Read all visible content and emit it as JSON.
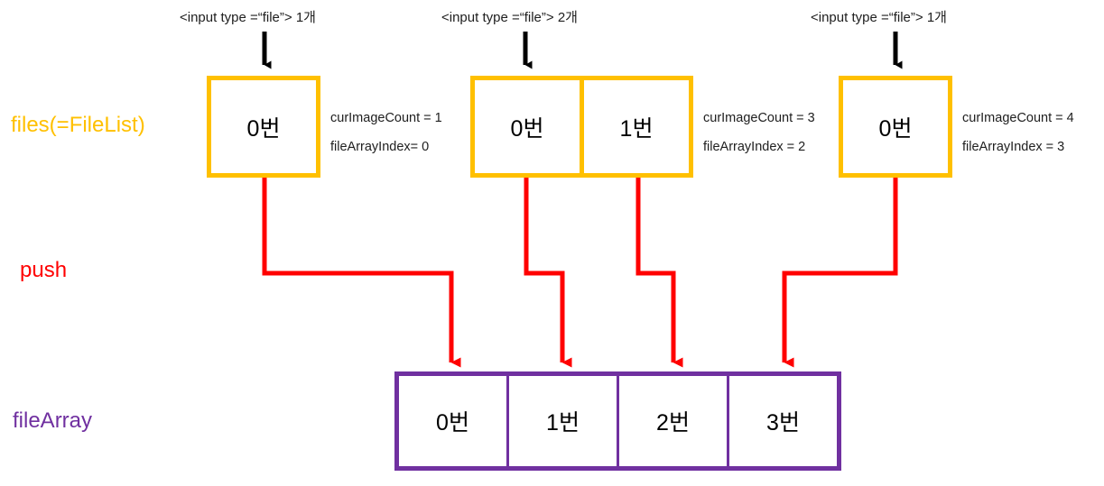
{
  "labels": {
    "files": "files(=FileList)",
    "push": "push",
    "fileArray": "fileArray"
  },
  "colors": {
    "filelist": "#FFC000",
    "push": "#FF0000",
    "filearray": "#7030A0",
    "arrow_black": "#000000",
    "text": "#202020"
  },
  "inputs": [
    {
      "caption": "<input type =“file”> 1개"
    },
    {
      "caption": "<input type =“file”> 2개"
    },
    {
      "caption": "<input type =“file”> 1개"
    }
  ],
  "filelist_groups": [
    {
      "cells": [
        "0번"
      ]
    },
    {
      "cells": [
        "0번",
        "1번"
      ]
    },
    {
      "cells": [
        "0번"
      ]
    }
  ],
  "annotations": [
    {
      "line1": "curImageCount = 1",
      "line2": "fileArrayIndex= 0"
    },
    {
      "line1": "curImageCount = 3",
      "line2": "fileArrayIndex = 2"
    },
    {
      "line1": "curImageCount = 4",
      "line2": "fileArrayIndex = 3"
    }
  ],
  "filearray_cells": [
    "0번",
    "1번",
    "2번",
    "3번"
  ]
}
